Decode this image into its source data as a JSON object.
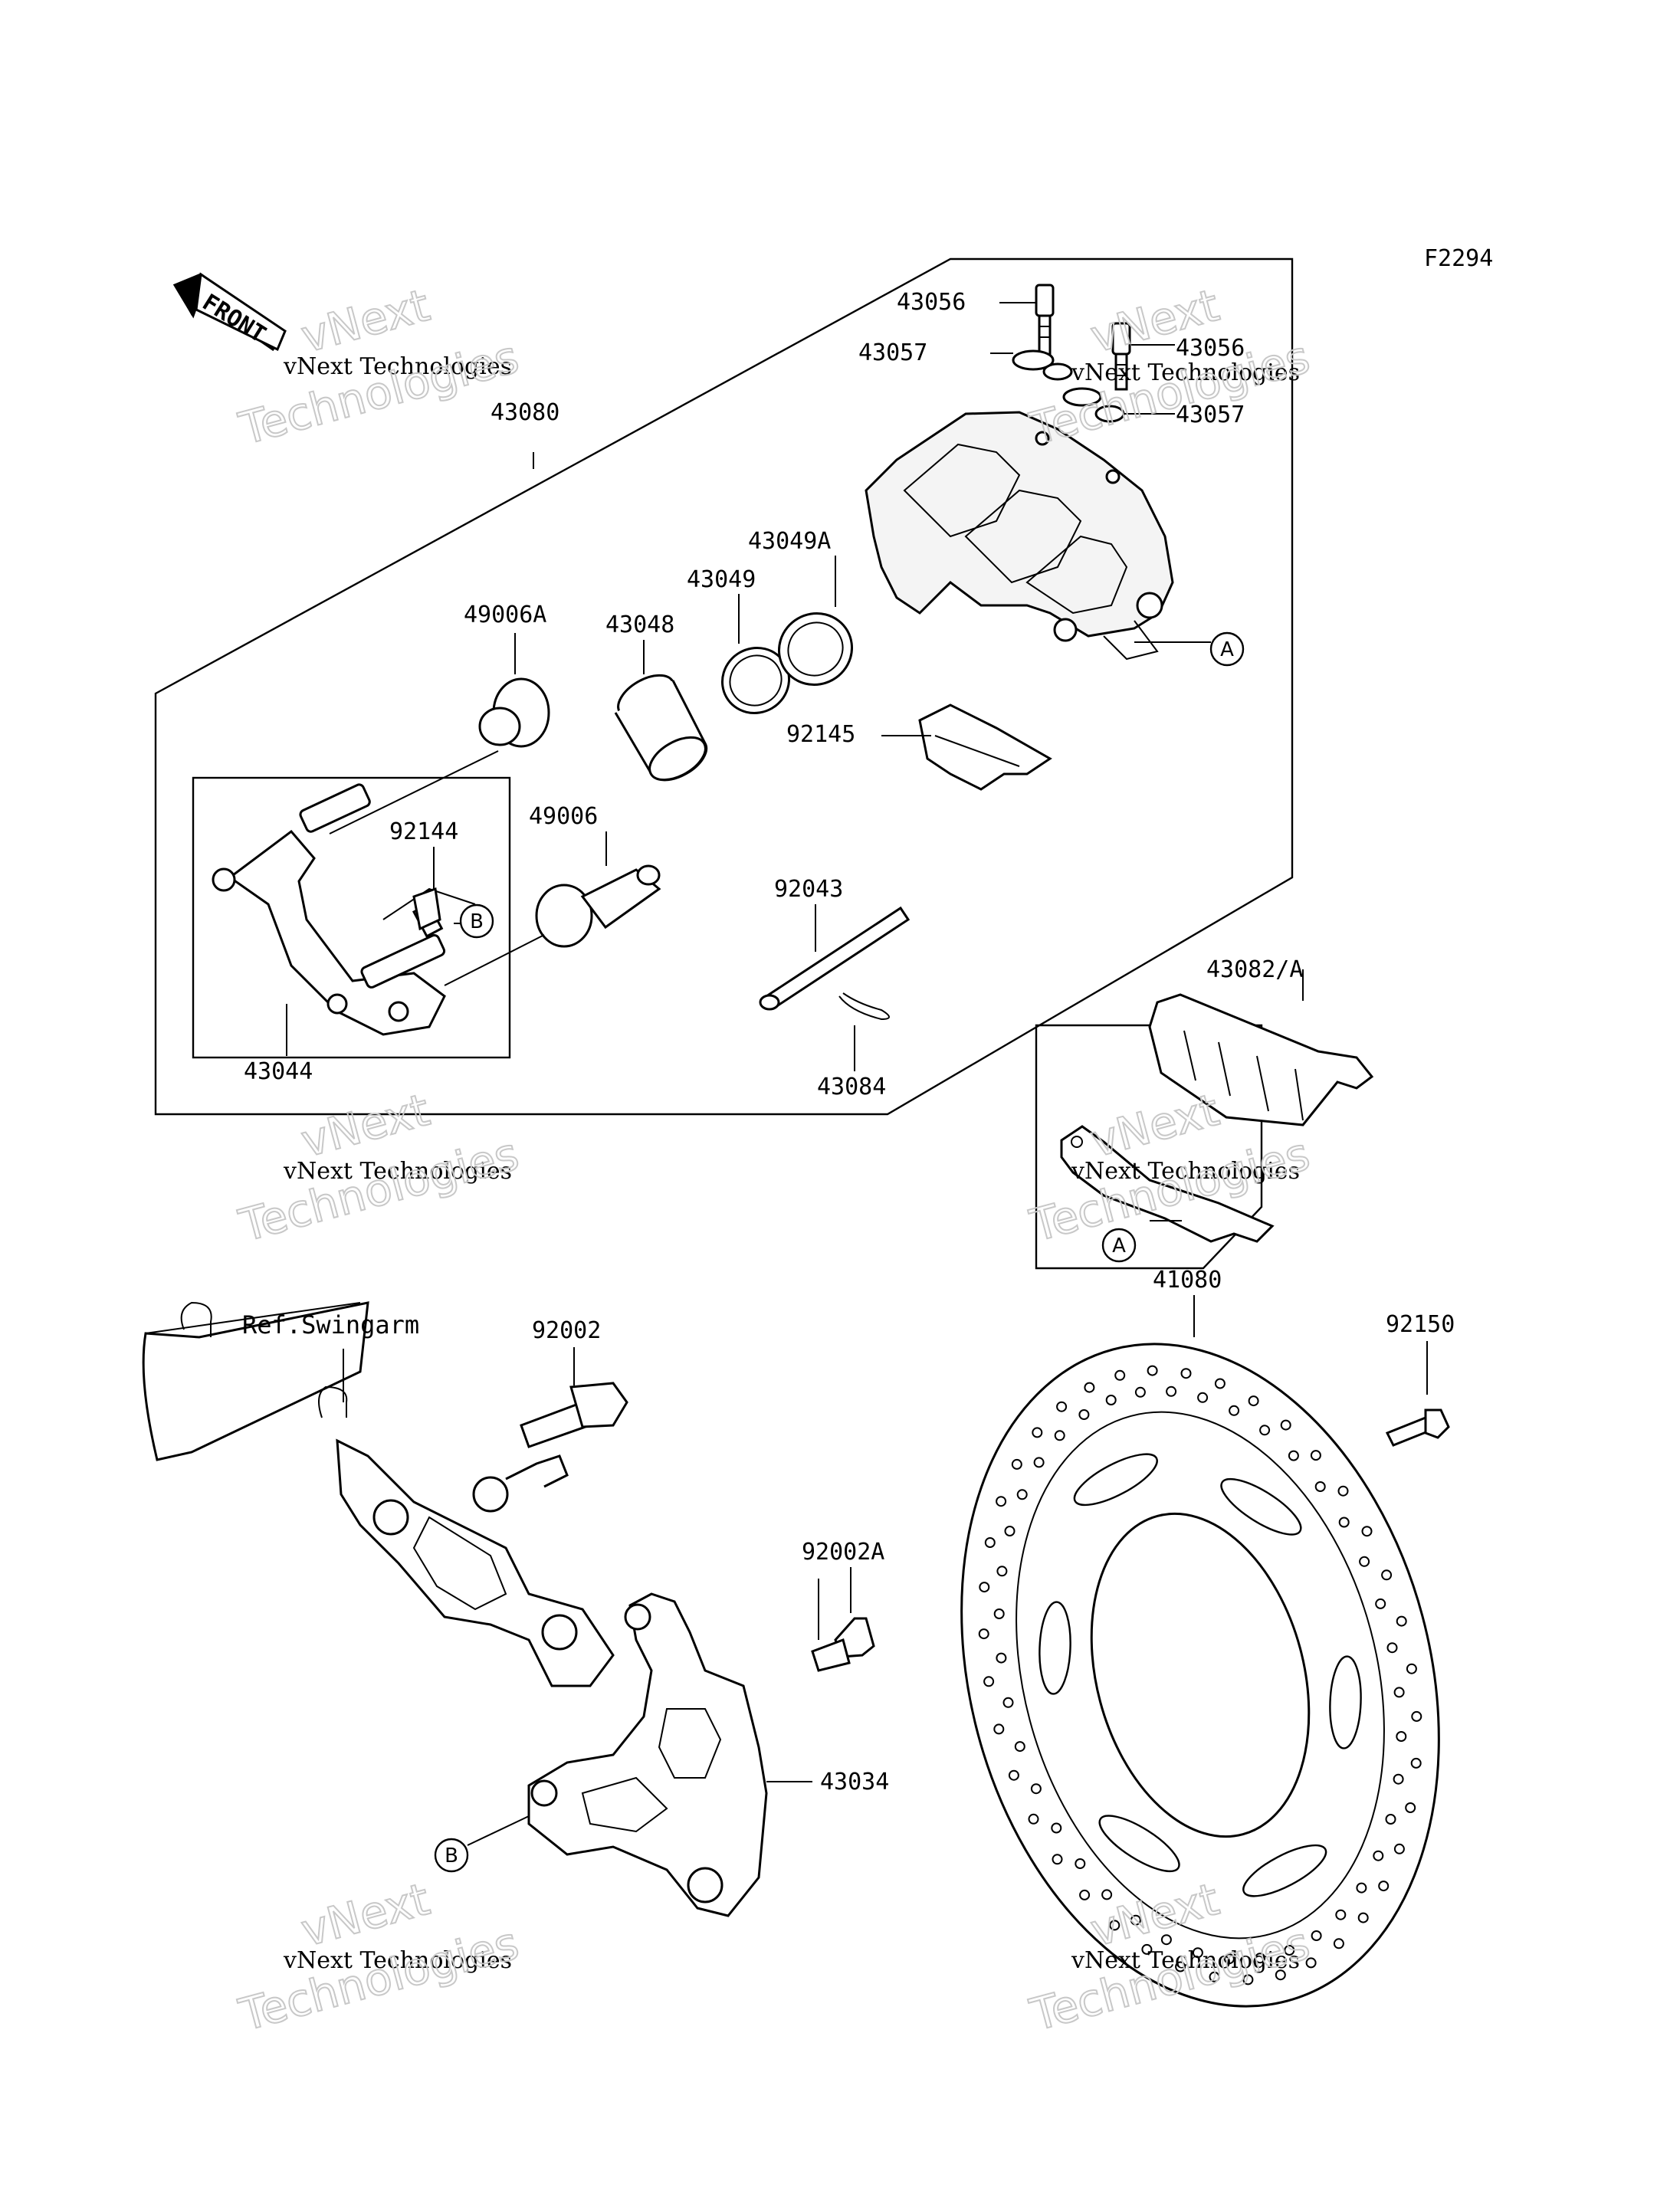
{
  "figure_id": "F2294",
  "front_arrow": "FRONT",
  "ref_label": "Ref.Swingarm",
  "part_labels": {
    "p43056a": "43056",
    "p43056b": "43056",
    "p43057a": "43057",
    "p43057b": "43057",
    "p43080": "43080",
    "p43049A": "43049A",
    "p43049": "43049",
    "p43048": "43048",
    "p49006A": "49006A",
    "p92145": "92145",
    "p92144": "92144",
    "p49006": "49006",
    "p92043": "92043",
    "p43044": "43044",
    "p43084": "43084",
    "p43082A": "43082/A",
    "p41080": "41080",
    "p92002": "92002",
    "p92150": "92150",
    "p92002A": "92002A",
    "p43034": "43034"
  },
  "callouts": {
    "a1": "A",
    "a2": "A",
    "b1": "B",
    "b2": "B"
  },
  "watermark": {
    "line1": "vNext",
    "line2": "vNext Technologies",
    "line3": "Technologies"
  }
}
